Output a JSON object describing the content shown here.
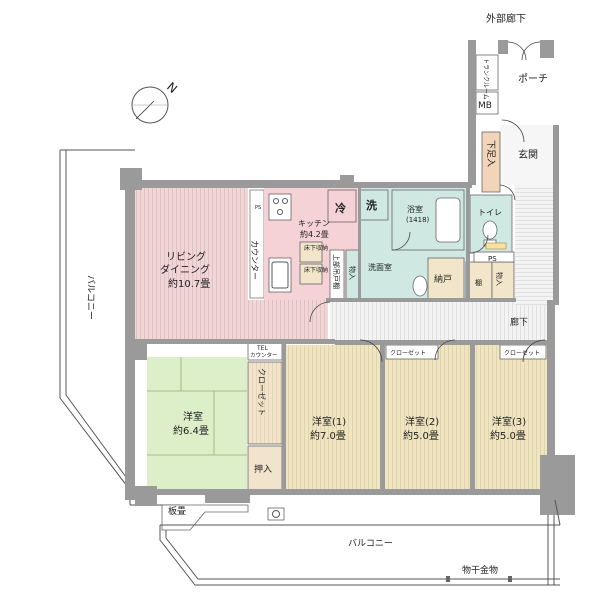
{
  "labels": {
    "outer_corridor": "外部廊下",
    "trunk_room": "トランクルーム",
    "porch": "ポーチ",
    "mb": "MB",
    "shoe_box": "下足入",
    "entrance": "玄関",
    "north": "N",
    "balcony_left": "バルコニー",
    "living_line1": "リビング",
    "living_line2": "ダイニング",
    "living_size": "約10.7畳",
    "counter": "カウンター",
    "fridge": "冷",
    "kitchen_name": "キッチン",
    "kitchen_size": "約4.2畳",
    "underfloor_storage_1": "床下収納",
    "underfloor_storage_2": "床下収納",
    "upper_shelf": "上部吊戸棚",
    "laundry_mark": "洗",
    "bathroom_name": "浴室",
    "bathroom_size": "(1418)",
    "toilet": "トイレ",
    "storage_a": "物入",
    "washroom": "洗面室",
    "nando": "納戸",
    "shelf": "棚",
    "storage_b": "物入",
    "ps": "PS",
    "ps_small": "PS",
    "hallway": "廊下",
    "tel_counter_1": "TEL",
    "tel_counter_2": "カウンター",
    "closet_vertical": "クローゼット",
    "closet_room2": "クローゼット",
    "closet_room3": "クローゼット",
    "tatami_room_name": "洋室",
    "tatami_room_size": "約6.4畳",
    "oshiire": "押入",
    "room1_name": "洋室(1)",
    "room1_size": "約7.0畳",
    "room2_name": "洋室(2)",
    "room2_size": "約5.0畳",
    "room3_name": "洋室(3)",
    "room3_size": "約5.0畳",
    "itajiki": "板畳",
    "balcony_bottom": "バルコニー",
    "drying_rack": "物干金物"
  },
  "colors": {
    "living": "#f0d6d6",
    "kitchen": "#f5d2d6",
    "wet": "#cfe8e2",
    "japanese": "#dcefc8",
    "western": "#efe5c2",
    "hall": "#f2f2f2",
    "entrance": "#f6f6f6",
    "shoebox": "#f2d5b8",
    "storage": "#f1e6c9",
    "oshiire": "#f2e4cc",
    "wall": "#9a9a9a",
    "balcony": "#ffffff"
  }
}
